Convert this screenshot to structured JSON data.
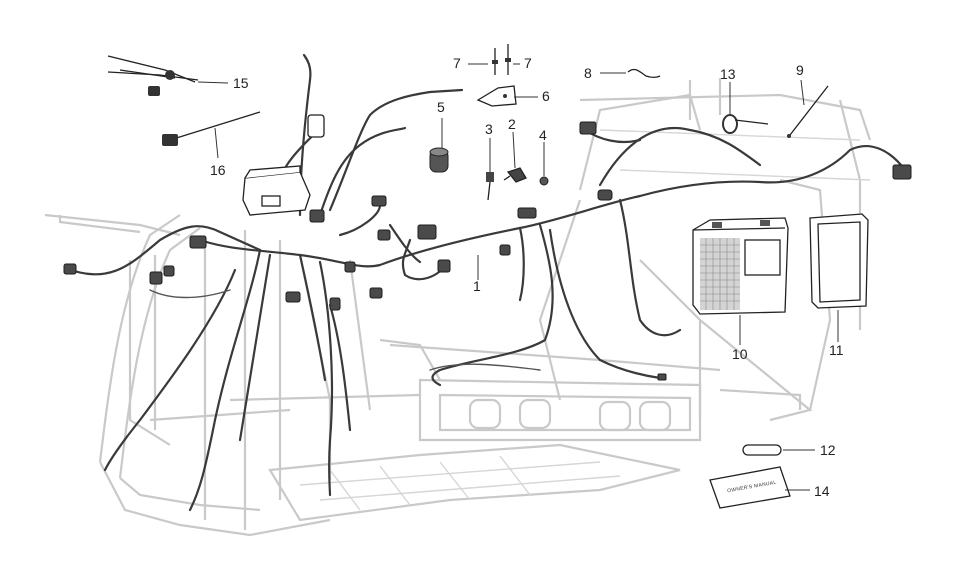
{
  "callouts": [
    "1",
    "2",
    "3",
    "4",
    "5",
    "6",
    "7",
    "7",
    "8",
    "9",
    "10",
    "11",
    "12",
    "13",
    "14",
    "15",
    "16"
  ],
  "manual_cover_text": "OWNER'S MANUAL",
  "colors": {
    "frame": "#c9c9c9",
    "wires": "#3a3a3a",
    "labels": "#222222"
  }
}
